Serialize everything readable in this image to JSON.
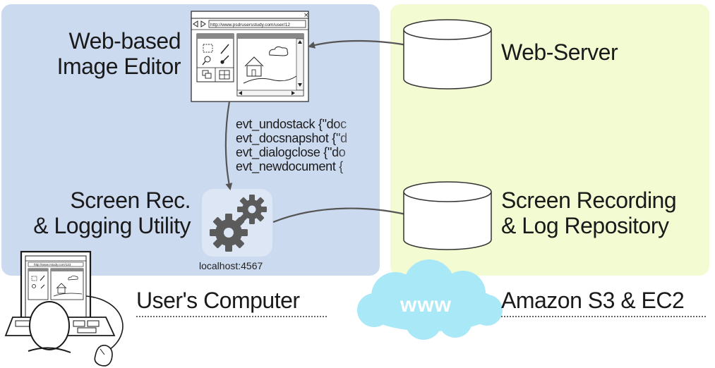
{
  "left_panel": {
    "editor_label_line1": "Web-based",
    "editor_label_line2": "Image Editor",
    "editor_url": "http://www.psdrusersstudy.com/user/12",
    "utility_label_line1": "Screen Rec.",
    "utility_label_line2": "& Logging Utility",
    "utility_host": "localhost:4567",
    "events": [
      "evt_undostack {\"doc",
      "evt_docsnapshot {\"d",
      "evt_dialogclose {\"do",
      "evt_newdocument {"
    ],
    "caption": "User's Computer",
    "computer_url": "http://www.rstudy.com/123"
  },
  "right_panel": {
    "server_label": "Web-Server",
    "repo_label_line1": "Screen Recording",
    "repo_label_line2": "& Log Repository",
    "cloud_label": "www",
    "caption": "Amazon S3 & EC2"
  },
  "colors": {
    "left_panel_bg": "#ccdaf0",
    "right_panel_bg": "#f3fbd2",
    "cloud": "#a9e8f7",
    "gear": "#5b5b5b",
    "arrow": "#555555"
  },
  "icons": [
    "browser-window-icon",
    "database-cylinder-icon",
    "gear-icon",
    "cloud-icon",
    "user-at-computer-icon",
    "mouse-icon"
  ]
}
